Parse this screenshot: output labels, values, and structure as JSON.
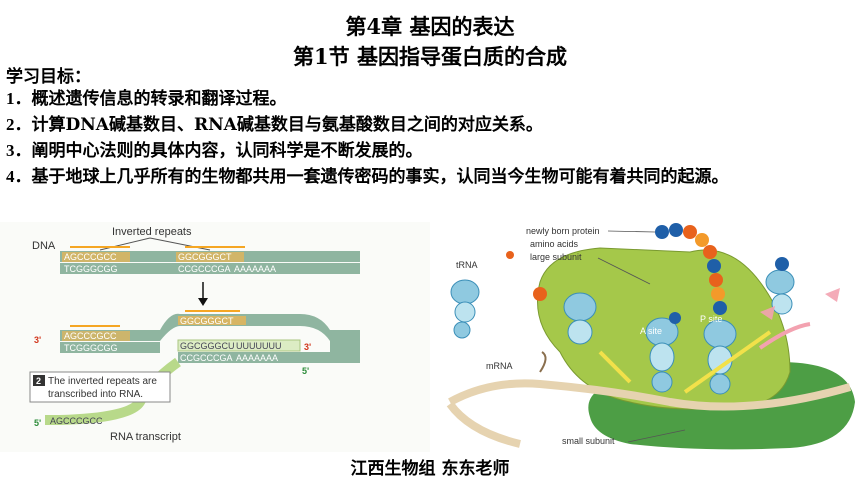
{
  "header": {
    "chapter_title": "第4章  基因的表达",
    "section_title": "第1节  基因指导蛋白质的合成"
  },
  "goals": {
    "label": "学习目标：",
    "items": [
      {
        "num": "1．",
        "text": "概述遗传信息的转录和翻译过程。"
      },
      {
        "num": "2．",
        "text": "计算DNA碱基数目、RNA碱基数目与氨基酸数目之间的对应关系。"
      },
      {
        "num": "3．",
        "text": "阐明中心法则的具体内容，认同科学是不断发展的。"
      },
      {
        "num": "4．",
        "text": "基于地球上几乎所有的生物都共用一套遗传密码的事实，认同当今生物可能有着共同的起源。"
      }
    ]
  },
  "figure_left": {
    "label_dna": "DNA",
    "label_inverted_repeats": "Inverted repeats",
    "seq_top_left": "AGCCCGCC",
    "seq_bottom_left": "TCGGGCGG",
    "seq_top_right": "GGCGGGCT",
    "seq_bottom_right": "CCGCCCGA",
    "seq_polyA": "AAAAAAA",
    "seq_hairpin_top": "GGCGGGCT",
    "seq_rna_mid": "GGCGGGCU",
    "seq_rna_polyU": "UUUUUUU",
    "seq_rna_5": "AGCCCGCC",
    "prime3": "3'",
    "prime5": "5'",
    "step_number": "2",
    "step_text_1": "The inverted repeats are",
    "step_text_2": "transcribed into RNA.",
    "label_rna_transcript": "RNA transcript"
  },
  "figure_right": {
    "label_newly_born_protein": "newly born protein",
    "label_amino_acids": "amino acids",
    "label_large_subunit": "large subunit",
    "label_trna": "tRNA",
    "label_a_site": "A site",
    "label_p_site": "P site",
    "label_mrna": "mRNA",
    "label_small_subunit": "small subunit"
  },
  "footer": {
    "text": "江西生物组  东东老师"
  },
  "colors": {
    "dna_strand": "#8fb5a0",
    "highlight": "#f5b54a",
    "rna_strand": "#b8d98a",
    "ribosome": "#a5c84a",
    "small_subunit": "#4d9e45",
    "trna": "#3b8fb8",
    "amino_orange": "#e8621c",
    "amino_blue": "#1f5fa8"
  }
}
